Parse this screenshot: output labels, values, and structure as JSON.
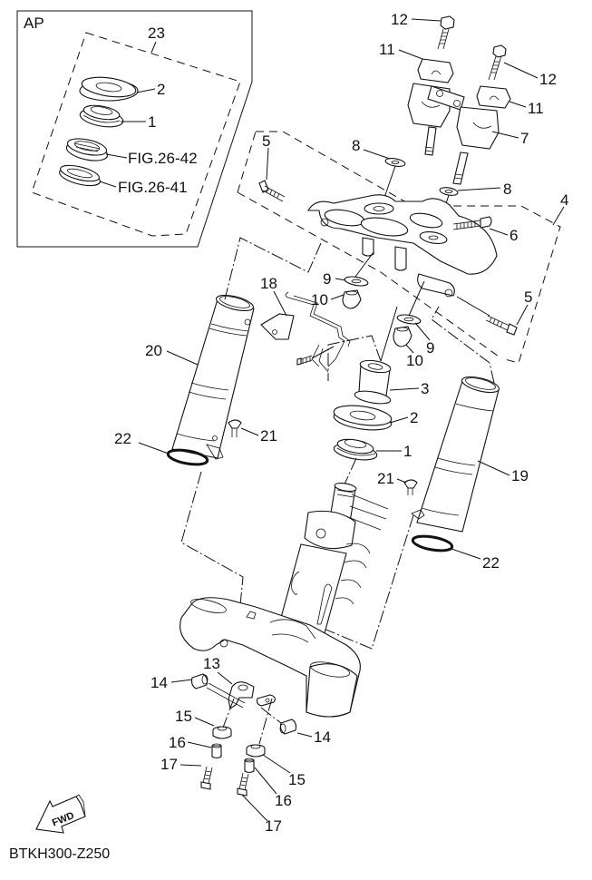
{
  "diagram": {
    "inset_box_label": "AP",
    "inset": {
      "kit_label": "23",
      "labels": [
        {
          "id": "inset-2",
          "text": "2"
        },
        {
          "id": "inset-1",
          "text": "1"
        },
        {
          "id": "fig-26-42",
          "text": "FIG.26-42"
        },
        {
          "id": "fig-26-41",
          "text": "FIG.26-41"
        }
      ]
    },
    "callouts": {
      "c1": "1",
      "c2": "2",
      "c3": "3",
      "c4": "4",
      "c5a": "5",
      "c5b": "5",
      "c6": "6",
      "c7": "7",
      "c8a": "8",
      "c8b": "8",
      "c9a": "9",
      "c9b": "9",
      "c10a": "10",
      "c10b": "10",
      "c11a": "11",
      "c11b": "11",
      "c12a": "12",
      "c12b": "12",
      "c13": "13",
      "c14a": "14",
      "c14b": "14",
      "c15a": "15",
      "c15b": "15",
      "c16a": "16",
      "c16b": "16",
      "c17a": "17",
      "c17b": "17",
      "c18": "18",
      "c19": "19",
      "c20": "20",
      "c21a": "21",
      "c21b": "21",
      "c22a": "22",
      "c22b": "22"
    },
    "fwd_arrow_text": "FWD",
    "drawing_code": "BTKH300-Z250"
  }
}
